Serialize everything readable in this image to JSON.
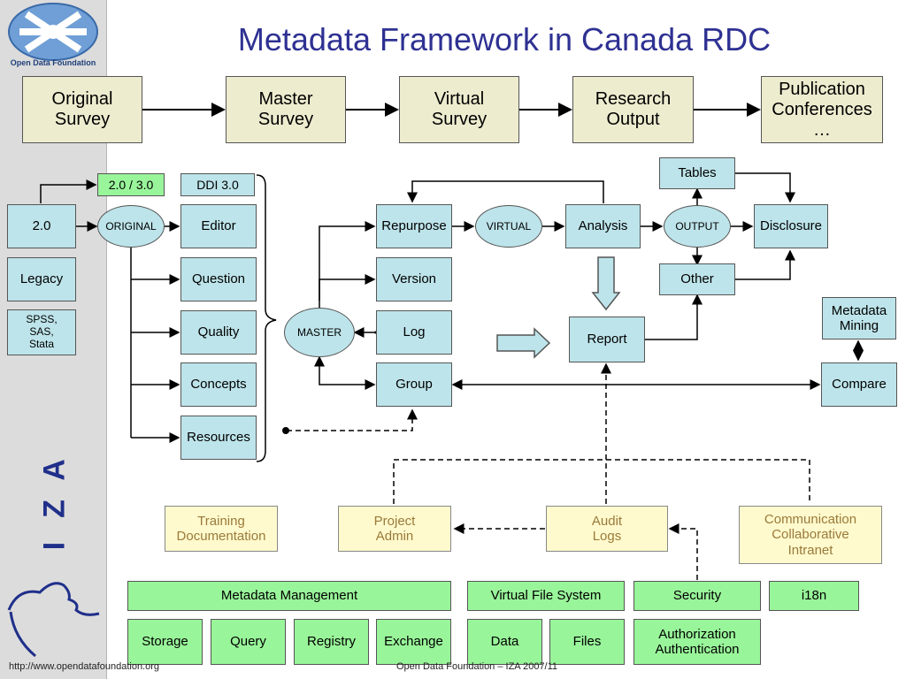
{
  "title": "Metadata Framework in Canada RDC",
  "sidebar": {
    "logo_text": "Open Data Foundation",
    "iza_letters": [
      "I",
      "Z",
      "A"
    ]
  },
  "flow": {
    "original_survey": "Original\nSurvey",
    "master_survey": "Master\nSurvey",
    "virtual_survey": "Virtual\nSurvey",
    "research_output": "Research\nOutput",
    "publication": "Publication\nConferences\n…"
  },
  "nodes": {
    "v20_30": "2.0 / 3.0",
    "ddi30": "DDI 3.0",
    "v20": "2.0",
    "legacy": "Legacy",
    "spss": "SPSS,\nSAS,\nStata",
    "original": "ORIGINAL",
    "editor": "Editor",
    "question": "Question",
    "quality": "Quality",
    "concepts": "Concepts",
    "resources": "Resources",
    "master": "MASTER",
    "repurpose": "Repurpose",
    "version": "Version",
    "log": "Log",
    "group": "Group",
    "virtual": "VIRTUAL",
    "analysis": "Analysis",
    "output": "OUTPUT",
    "tables": "Tables",
    "other": "Other",
    "disclosure": "Disclosure",
    "report": "Report",
    "metadata_mining": "Metadata\nMining",
    "compare": "Compare"
  },
  "services": {
    "training": "Training\nDocumentation",
    "project_admin": "Project\nAdmin",
    "audit_logs": "Audit\nLogs",
    "communication": "Communication\nCollaborative\nIntranet"
  },
  "infrastructure": {
    "metadata_management": "Metadata Management",
    "virtual_file_system": "Virtual File System",
    "security": "Security",
    "i18n": "i18n",
    "storage": "Storage",
    "query": "Query",
    "registry": "Registry",
    "exchange": "Exchange",
    "data": "Data",
    "files": "Files",
    "auth": "Authorization\nAuthentication"
  },
  "footer": {
    "url": "http://www.opendatafoundation.org",
    "credit": "Open Data Foundation – IZA 2007/11"
  },
  "colors": {
    "title": "#2e3192",
    "beige_box": "#eeeccf",
    "cyan_box": "#bde4ea",
    "green_box": "#99f59a",
    "yellow_box": "#fffacd",
    "sidebar": "#dcdcdc"
  }
}
